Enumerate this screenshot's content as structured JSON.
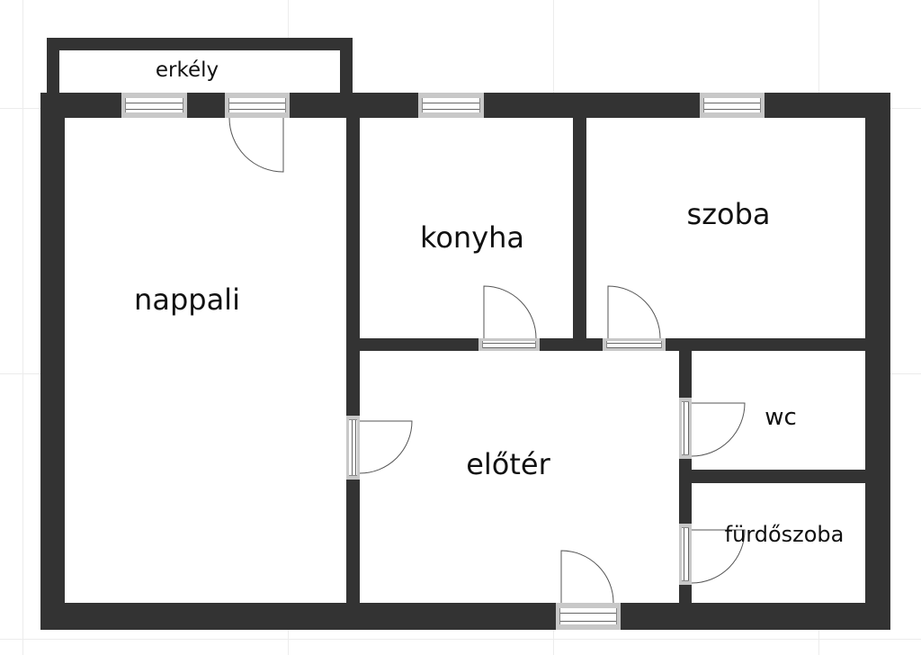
{
  "plan": {
    "rooms": [
      {
        "id": "erkely",
        "label": "erkély"
      },
      {
        "id": "nappali",
        "label": "nappali"
      },
      {
        "id": "konyha",
        "label": "konyha"
      },
      {
        "id": "szoba",
        "label": "szoba"
      },
      {
        "id": "eloter",
        "label": "előtér"
      },
      {
        "id": "wc",
        "label": "wc"
      },
      {
        "id": "furdoszoba",
        "label": "fürdőszoba"
      }
    ],
    "wall_color": "#333333",
    "window_color": "#c8c8c8"
  }
}
